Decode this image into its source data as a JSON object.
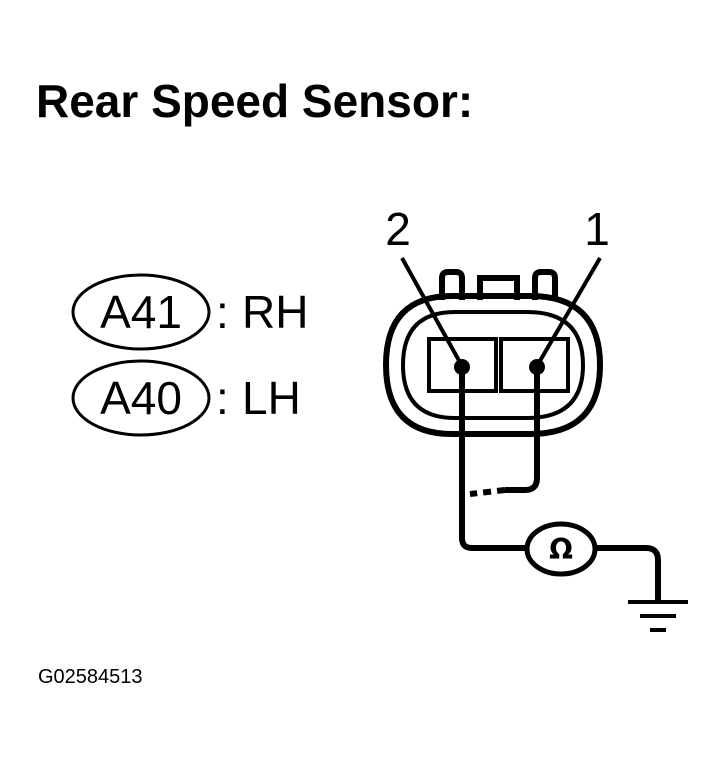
{
  "title": "Rear Speed Sensor:",
  "connectors": [
    {
      "code": "A41",
      "side": "RH",
      "separator": ":"
    },
    {
      "code": "A40",
      "side": "LH",
      "separator": ":"
    }
  ],
  "pins": [
    {
      "number": "2"
    },
    {
      "number": "1"
    }
  ],
  "meter": {
    "symbol": "Ω",
    "icon": "ohmmeter-icon"
  },
  "ground": {
    "icon": "ground-icon"
  },
  "figure_id": "G02584513",
  "colors": {
    "ink": "#000000",
    "background": "#ffffff"
  }
}
